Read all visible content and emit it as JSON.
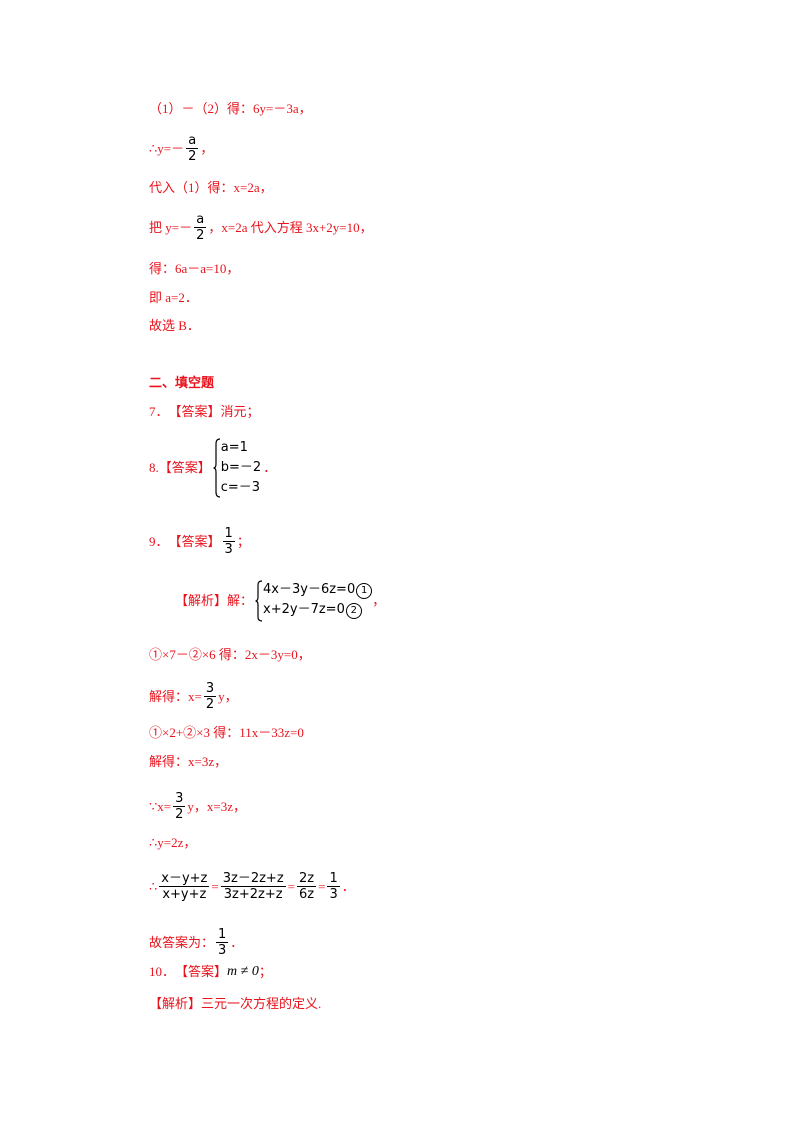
{
  "lines": {
    "l1": "（1）－（2）得：6y=－3a，",
    "l2_prefix": "∴y=－",
    "l2_num": "a",
    "l2_den": "2",
    "l2_suffix": "，",
    "l3": "代入（1）得：x=2a，",
    "l4_prefix": "把 y=－",
    "l4_num": "a",
    "l4_den": "2",
    "l4_suffix": "，x=2a 代入方程 3x+2y=10，",
    "l5": "得：6a－a=10，",
    "l6": "即 a=2．",
    "l7": "故选 B．"
  },
  "section2": {
    "title": "二、填空题",
    "q7_num": "7．",
    "q7_tag": "【答案】",
    "q7_text": "消元；",
    "q8_num": "8.",
    "q8_tag": "【答案】",
    "q8_rows": [
      "a=1",
      "b=－2",
      "c=－3"
    ],
    "q8_suffix": "．",
    "q9_num": "9．",
    "q9_tag": "【答案】",
    "q9_num_val": "1",
    "q9_den_val": "3",
    "q9_suffix": "；",
    "q9_analysis_tag": "【解析】",
    "q9_analysis_text": "解：",
    "q9_sys_row1": "4x－3y－6z=0",
    "q9_sys_row1_mark": "1",
    "q9_sys_row2": "x+2y－7z=0",
    "q9_sys_row2_mark": "2",
    "q9_sys_suffix": "，",
    "s1": "①×7－②×6 得：2x－3y=0，",
    "s2_prefix": "解得：x=",
    "s2_num": "3",
    "s2_den": "2",
    "s2_suffix": "y，",
    "s3": "①×2+②×3 得：11x－33z=0",
    "s4": "解得：x=3z，",
    "s5_prefix": "∵x=",
    "s5_num": "3",
    "s5_den": "2",
    "s5_suffix": "y，x=3z，",
    "s6": "∴y=2z，",
    "s7_prefix": "∴",
    "s7_f1_num": "x－y+z",
    "s7_f1_den": "x+y+z",
    "s7_eq": "=",
    "s7_f2_num": "3z－2z+z",
    "s7_f2_den": "3z+2z+z",
    "s7_f3_num": "2z",
    "s7_f3_den": "6z",
    "s7_f4_num": "1",
    "s7_f4_den": "3",
    "s7_suffix": "．",
    "s8_prefix": "故答案为：",
    "s8_num": "1",
    "s8_den": "3",
    "s8_suffix": "．",
    "q10_num": "10．",
    "q10_tag": "【答案】",
    "q10_math": "m ≠ 0",
    "q10_suffix": "；",
    "q10_analysis_tag": "【解析】",
    "q10_analysis_text": "三元一次方程的定义."
  },
  "colors": {
    "accent": "#e8131d",
    "text": "#000000"
  }
}
